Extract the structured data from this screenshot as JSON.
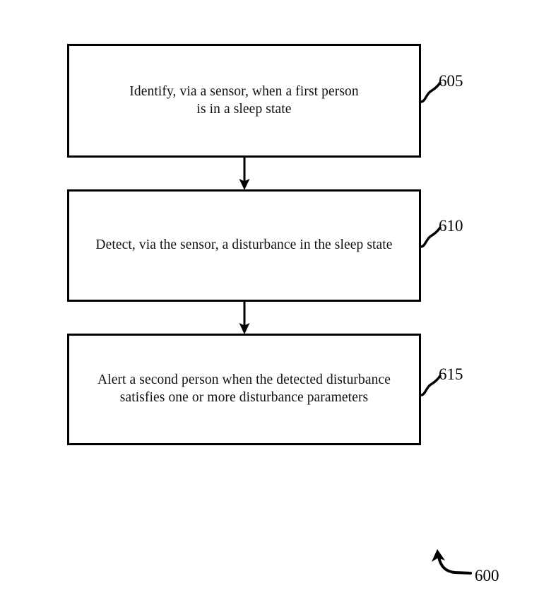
{
  "figure": {
    "number": "600",
    "type": "patent-flowchart",
    "orientation": "vertical",
    "background_color": "#ffffff",
    "line_color": "#000000"
  },
  "steps": [
    {
      "ref": "605",
      "text": "Identify, via a sensor, when a first person\nis in a sleep state",
      "lines": [
        "Identify, via a sensor, when a first person",
        "is in a sleep state"
      ]
    },
    {
      "ref": "610",
      "text": "Detect, via the sensor, a disturbance in the sleep state",
      "lines": [
        "Detect, via the sensor, a disturbance in the sleep state"
      ]
    },
    {
      "ref": "615",
      "text": "Alert a second person when the detected disturbance\nsatisfies one or more disturbance parameters",
      "lines": [
        "Alert a second person when the detected disturbance",
        "satisfies one or more disturbance parameters"
      ]
    }
  ],
  "connectors": [
    {
      "from": "605",
      "to": "610",
      "style": "solid-line-with-arrowhead",
      "direction": "down"
    },
    {
      "from": "610",
      "to": "615",
      "style": "solid-line-with-arrowhead",
      "direction": "down"
    }
  ],
  "leaders": [
    {
      "ref": "605",
      "style": "s-curve"
    },
    {
      "ref": "610",
      "style": "s-curve"
    },
    {
      "ref": "615",
      "style": "s-curve"
    }
  ],
  "figure_callout": {
    "label": "600",
    "arrow": "curved-arrow-up-left"
  }
}
